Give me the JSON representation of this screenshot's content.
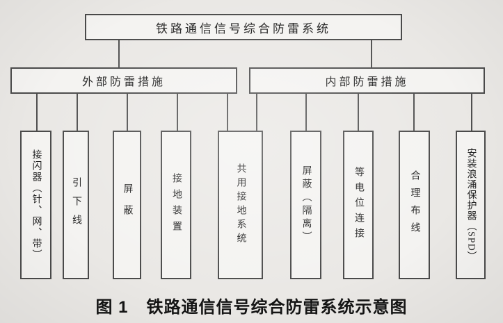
{
  "page": {
    "root_label": "铁路通信信号综合防雷系统",
    "branches": [
      {
        "id": "external",
        "label": "外部防雷措施"
      },
      {
        "id": "internal",
        "label": "内部防雷措施"
      }
    ],
    "leaves": [
      {
        "label": "接闪器（针、网、带）",
        "parent": "external"
      },
      {
        "label": "引下线",
        "parent": "external"
      },
      {
        "label": "屏蔽",
        "parent": "external"
      },
      {
        "label": "接地装置",
        "parent": "external"
      },
      {
        "label": "共用接地系统",
        "parent": "external,internal"
      },
      {
        "label": "屏蔽（隔离）",
        "parent": "internal"
      },
      {
        "label": "等电位连接",
        "parent": "internal"
      },
      {
        "label": "合理布线",
        "parent": "internal"
      },
      {
        "label": "安装浪涌保护器（SPD）",
        "parent": "internal"
      }
    ],
    "caption": {
      "figure_no": "图 1",
      "title": "铁路通信信号综合防雷系统示意图"
    },
    "colors": {
      "background": "#eae8e5",
      "box_fill": "#f4f3f1",
      "line": "#4a4a4a",
      "text": "#222222",
      "caption_text": "#141414"
    }
  }
}
